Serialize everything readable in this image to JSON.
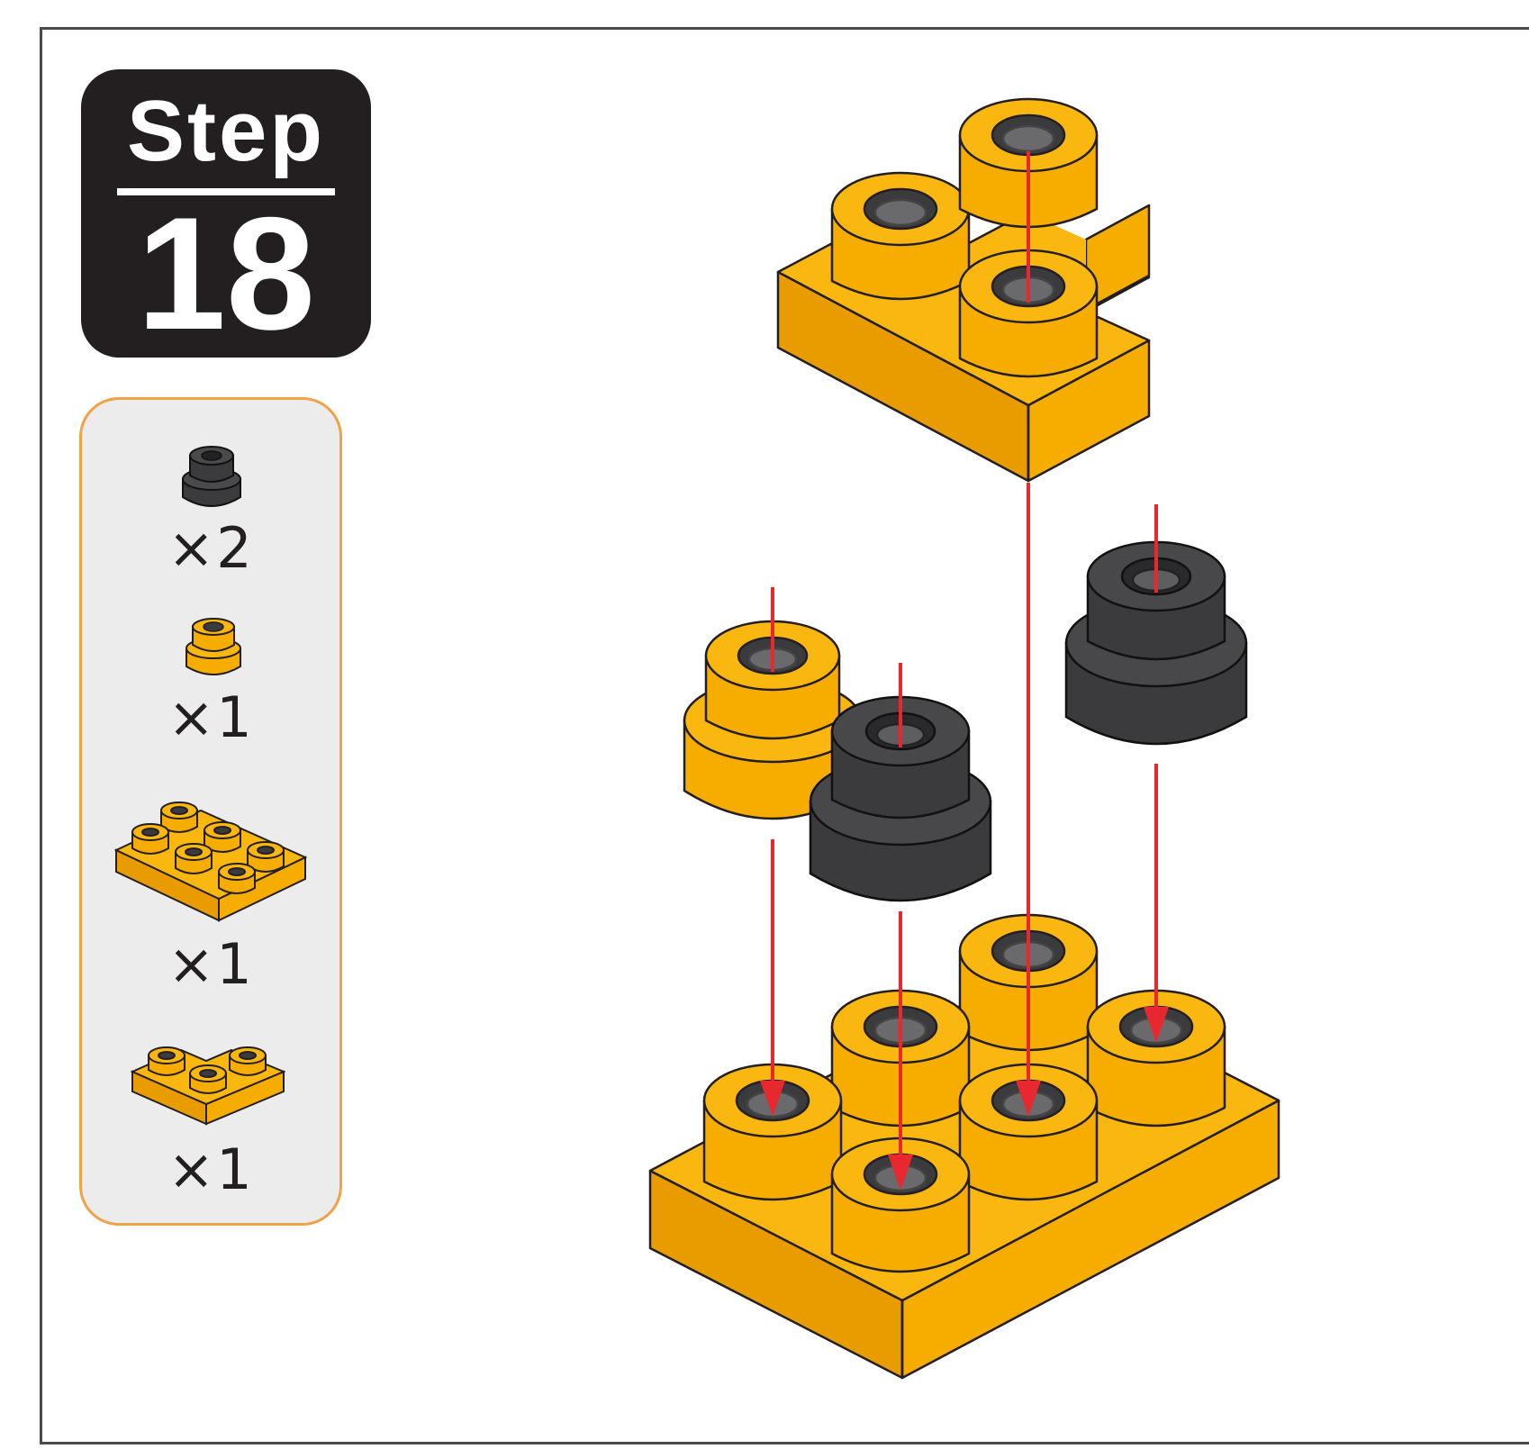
{
  "step": {
    "word": "Step",
    "number": "18"
  },
  "parts": [
    {
      "icon": "black-round-brick-icon",
      "quantity": "×2"
    },
    {
      "icon": "yellow-round-brick-icon",
      "quantity": "×1"
    },
    {
      "icon": "yellow-2x3-plate-icon",
      "quantity": "×1"
    },
    {
      "icon": "yellow-corner-plate-icon",
      "quantity": "×1"
    }
  ],
  "colors": {
    "brick_yellow": "#f7ad00",
    "brick_black": "#3b3b3d",
    "arrow_red": "#e8282f",
    "panel_border": "#f0a245",
    "badge": "#231f20"
  }
}
